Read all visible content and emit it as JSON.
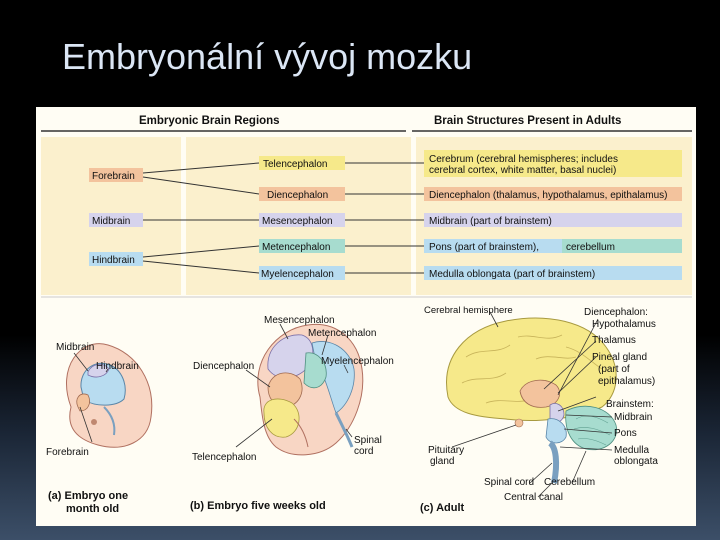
{
  "slide": {
    "title": "Embryonální vývoj mozku"
  },
  "table": {
    "left_header": "Embryonic Brain Regions",
    "right_header": "Brain Structures Present in Adults",
    "primary": [
      "Forebrain",
      "Midbrain",
      "Hindbrain"
    ],
    "secondary": [
      "Telencephalon",
      "Diencephalon",
      "Mesencephalon",
      "Metencephalon",
      "Myelencephalon"
    ],
    "adult": {
      "cerebrum_1": "Cerebrum (cerebral hemispheres; includes",
      "cerebrum_2": "cerebral cortex, white matter, basal nuclei)",
      "diencephalon": "Diencephalon (thalamus, hypothalamus, epithalamus)",
      "midbrain": "Midbrain (part of brainstem)",
      "pons": "Pons (part of brainstem),",
      "cerebellum": "cerebellum",
      "medulla": "Medulla oblongata (part of brainstem)"
    }
  },
  "panel_a": {
    "midbrain": "Midbrain",
    "hindbrain": "Hindbrain",
    "forebrain": "Forebrain",
    "caption_1": "(a) Embryo one",
    "caption_2": "month old"
  },
  "panel_b": {
    "mesencephalon": "Mesencephalon",
    "metencephalon": "Metencephalon",
    "diencephalon": "Diencephalon",
    "myelencephalon": "Myelencephalon",
    "spinal_cord_1": "Spinal",
    "spinal_cord_2": "cord",
    "telencephalon": "Telencephalon",
    "caption": "(b) Embryo five weeks old"
  },
  "panel_c": {
    "cerebral_hemisphere": "Cerebral hemisphere",
    "diencephalon": "Diencephalon:",
    "hypothalamus": "Hypothalamus",
    "thalamus": "Thalamus",
    "pineal_1": "Pineal gland",
    "pineal_2": "(part of",
    "pineal_3": "epithalamus)",
    "brainstem": "Brainstem:",
    "midbrain": "Midbrain",
    "pons": "Pons",
    "medulla_1": "Medulla",
    "medulla_2": "oblongata",
    "pituitary_1": "Pituitary",
    "pituitary_2": "gland",
    "spinal_cord": "Spinal cord",
    "cerebellum": "Cerebellum",
    "central_canal": "Central canal",
    "caption": "(c) Adult"
  },
  "colors": {
    "telencephalon": "#f6e98a",
    "diencephalon": "#f3c39d",
    "mesencephalon": "#d6d3ec",
    "metencephalon": "#a7dccf",
    "myelencephalon": "#b8dcf0"
  }
}
